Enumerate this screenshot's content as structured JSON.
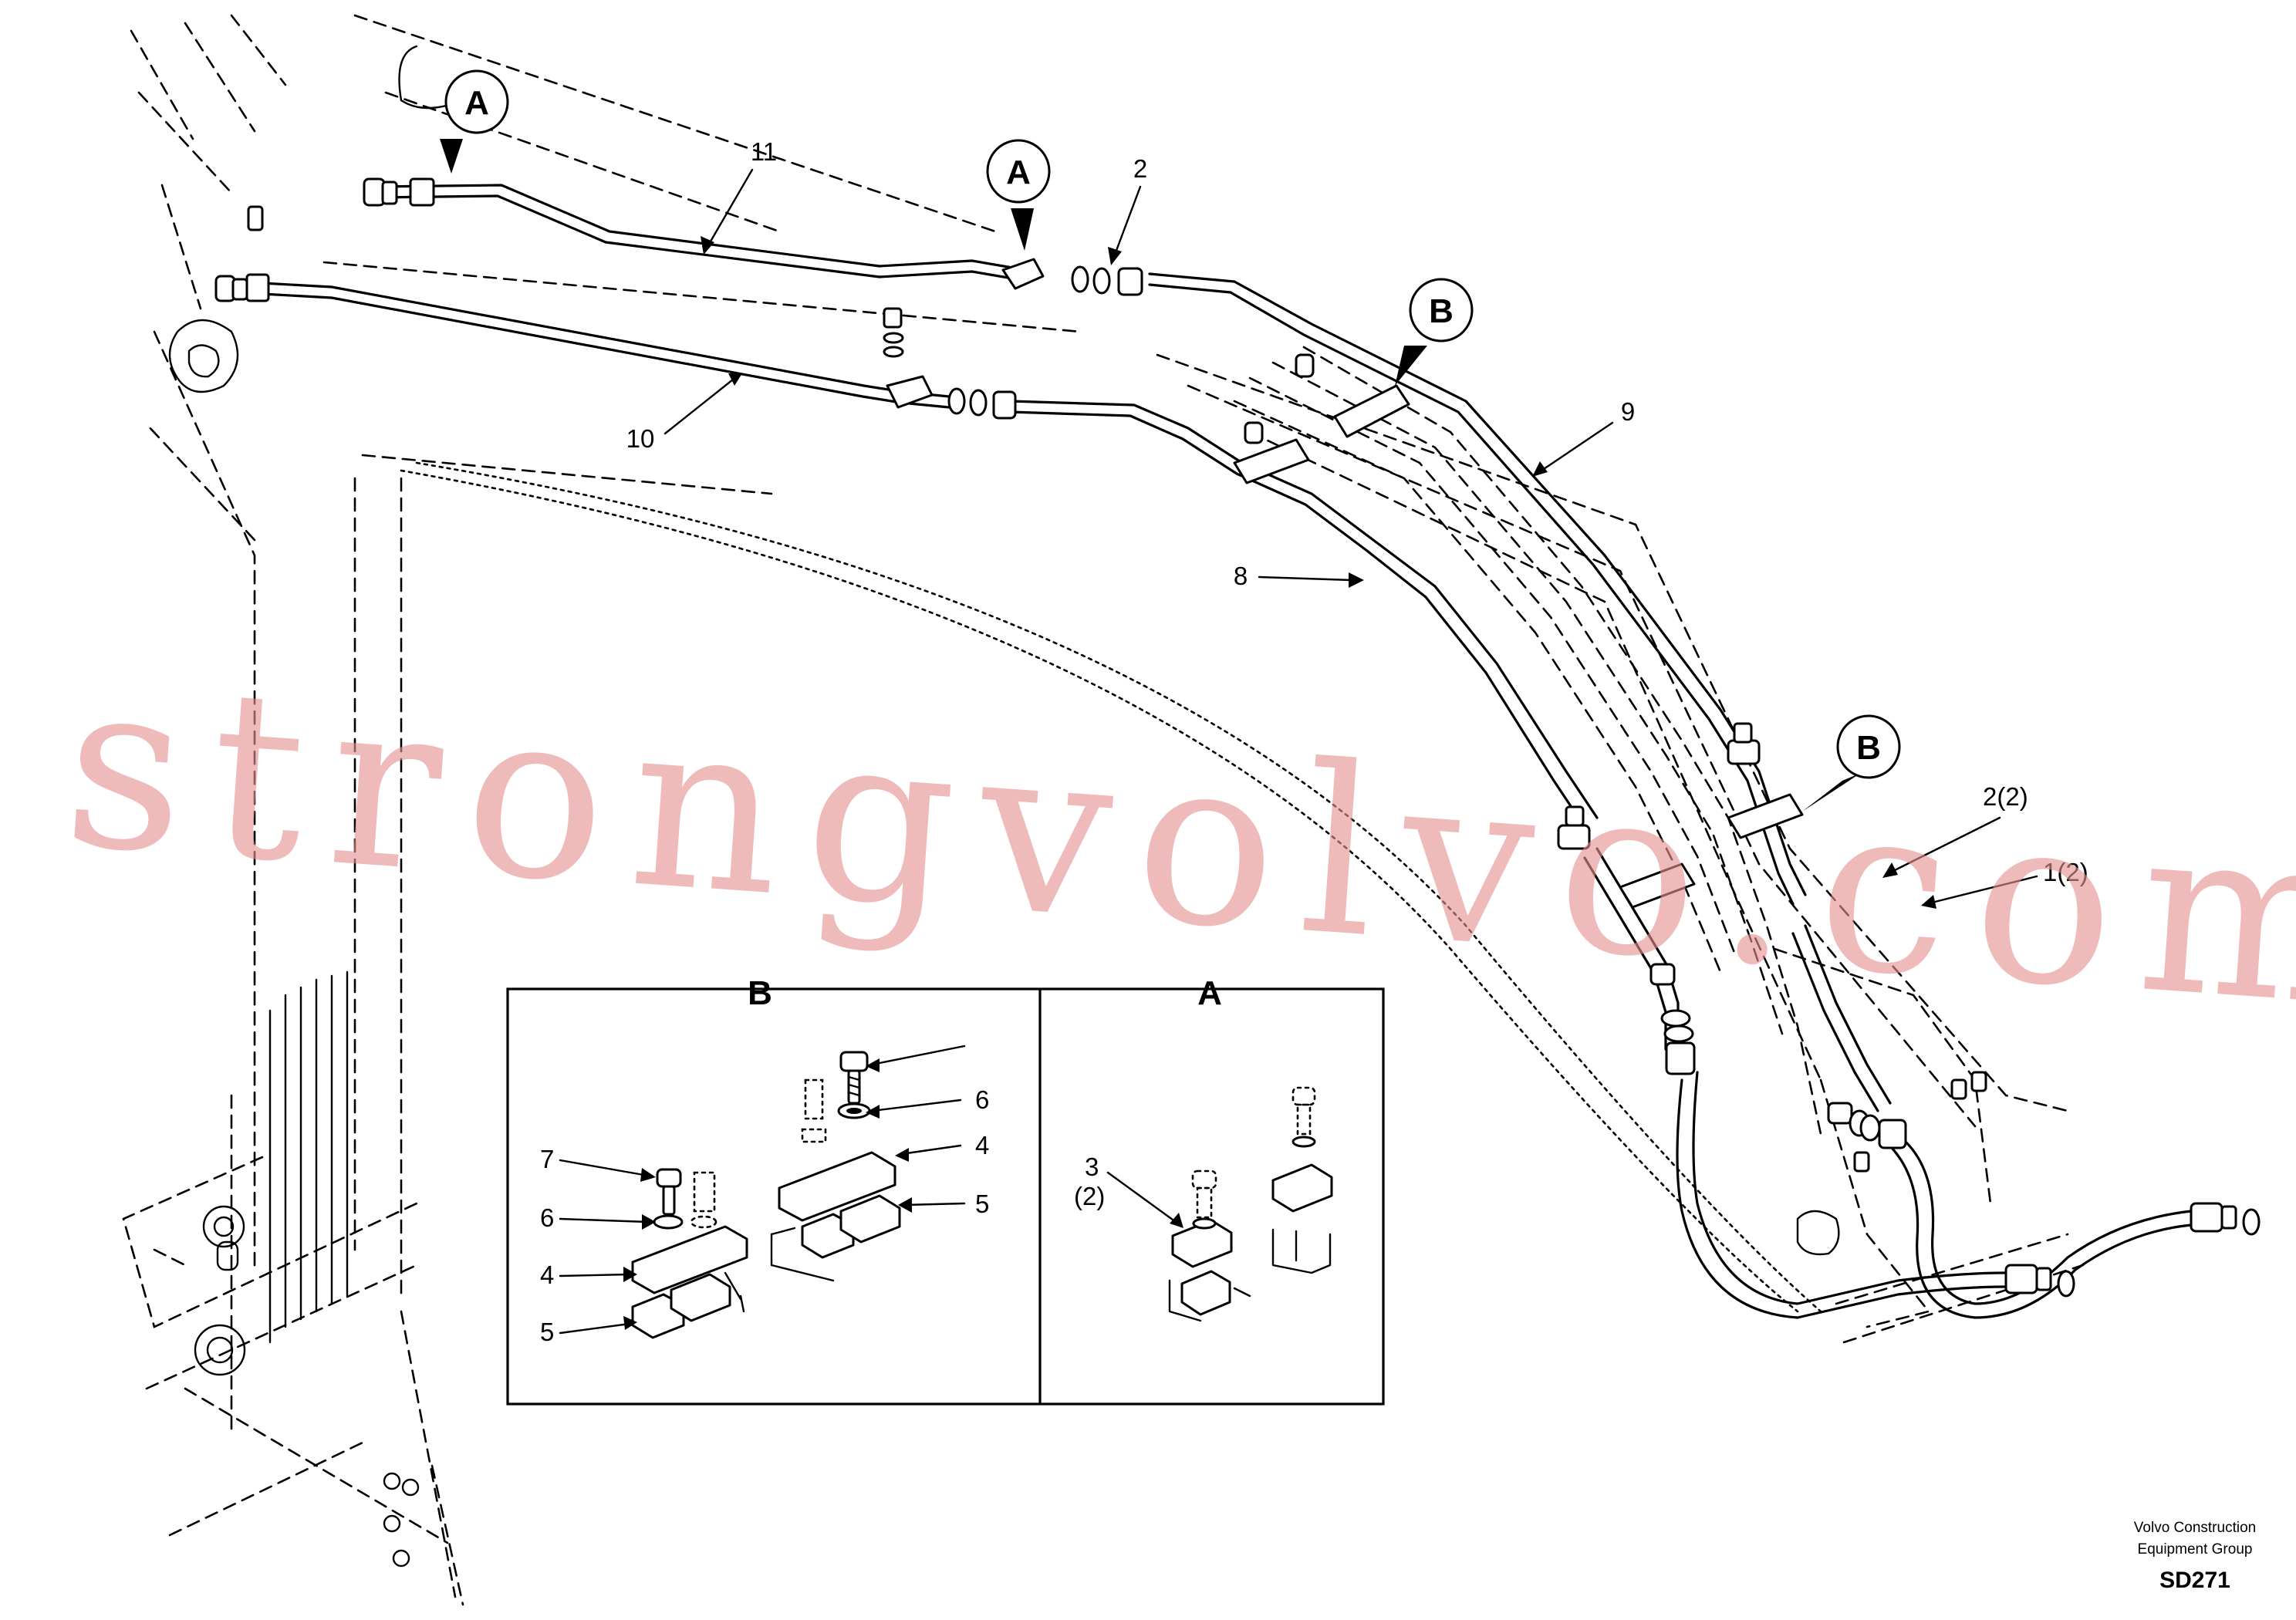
{
  "bubbles": {
    "a_left": "A",
    "a_mid": "A",
    "b_upper": "B",
    "b_lower": "B"
  },
  "callouts": {
    "c11": "11",
    "c2": "2",
    "c10": "10",
    "c9": "9",
    "c8": "8",
    "c2x2": "2(2)",
    "c1x2": "1(2)"
  },
  "detail_b": {
    "title": "B",
    "labels": {
      "l6a": "6",
      "l4a": "4",
      "l5a": "5",
      "l7": "7",
      "l6b": "6",
      "l4b": "4",
      "l5b": "5"
    }
  },
  "detail_a": {
    "title": "A",
    "labels": {
      "l3": "3",
      "l3qty": "(2)"
    }
  },
  "watermark": "strongvolvo.com",
  "footer": {
    "company_line1": "Volvo Construction",
    "company_line2": "Equipment Group",
    "drawing_code": "SD271"
  },
  "colors": {
    "watermark": "#e58f8f",
    "line": "#000000",
    "background": "#ffffff"
  }
}
